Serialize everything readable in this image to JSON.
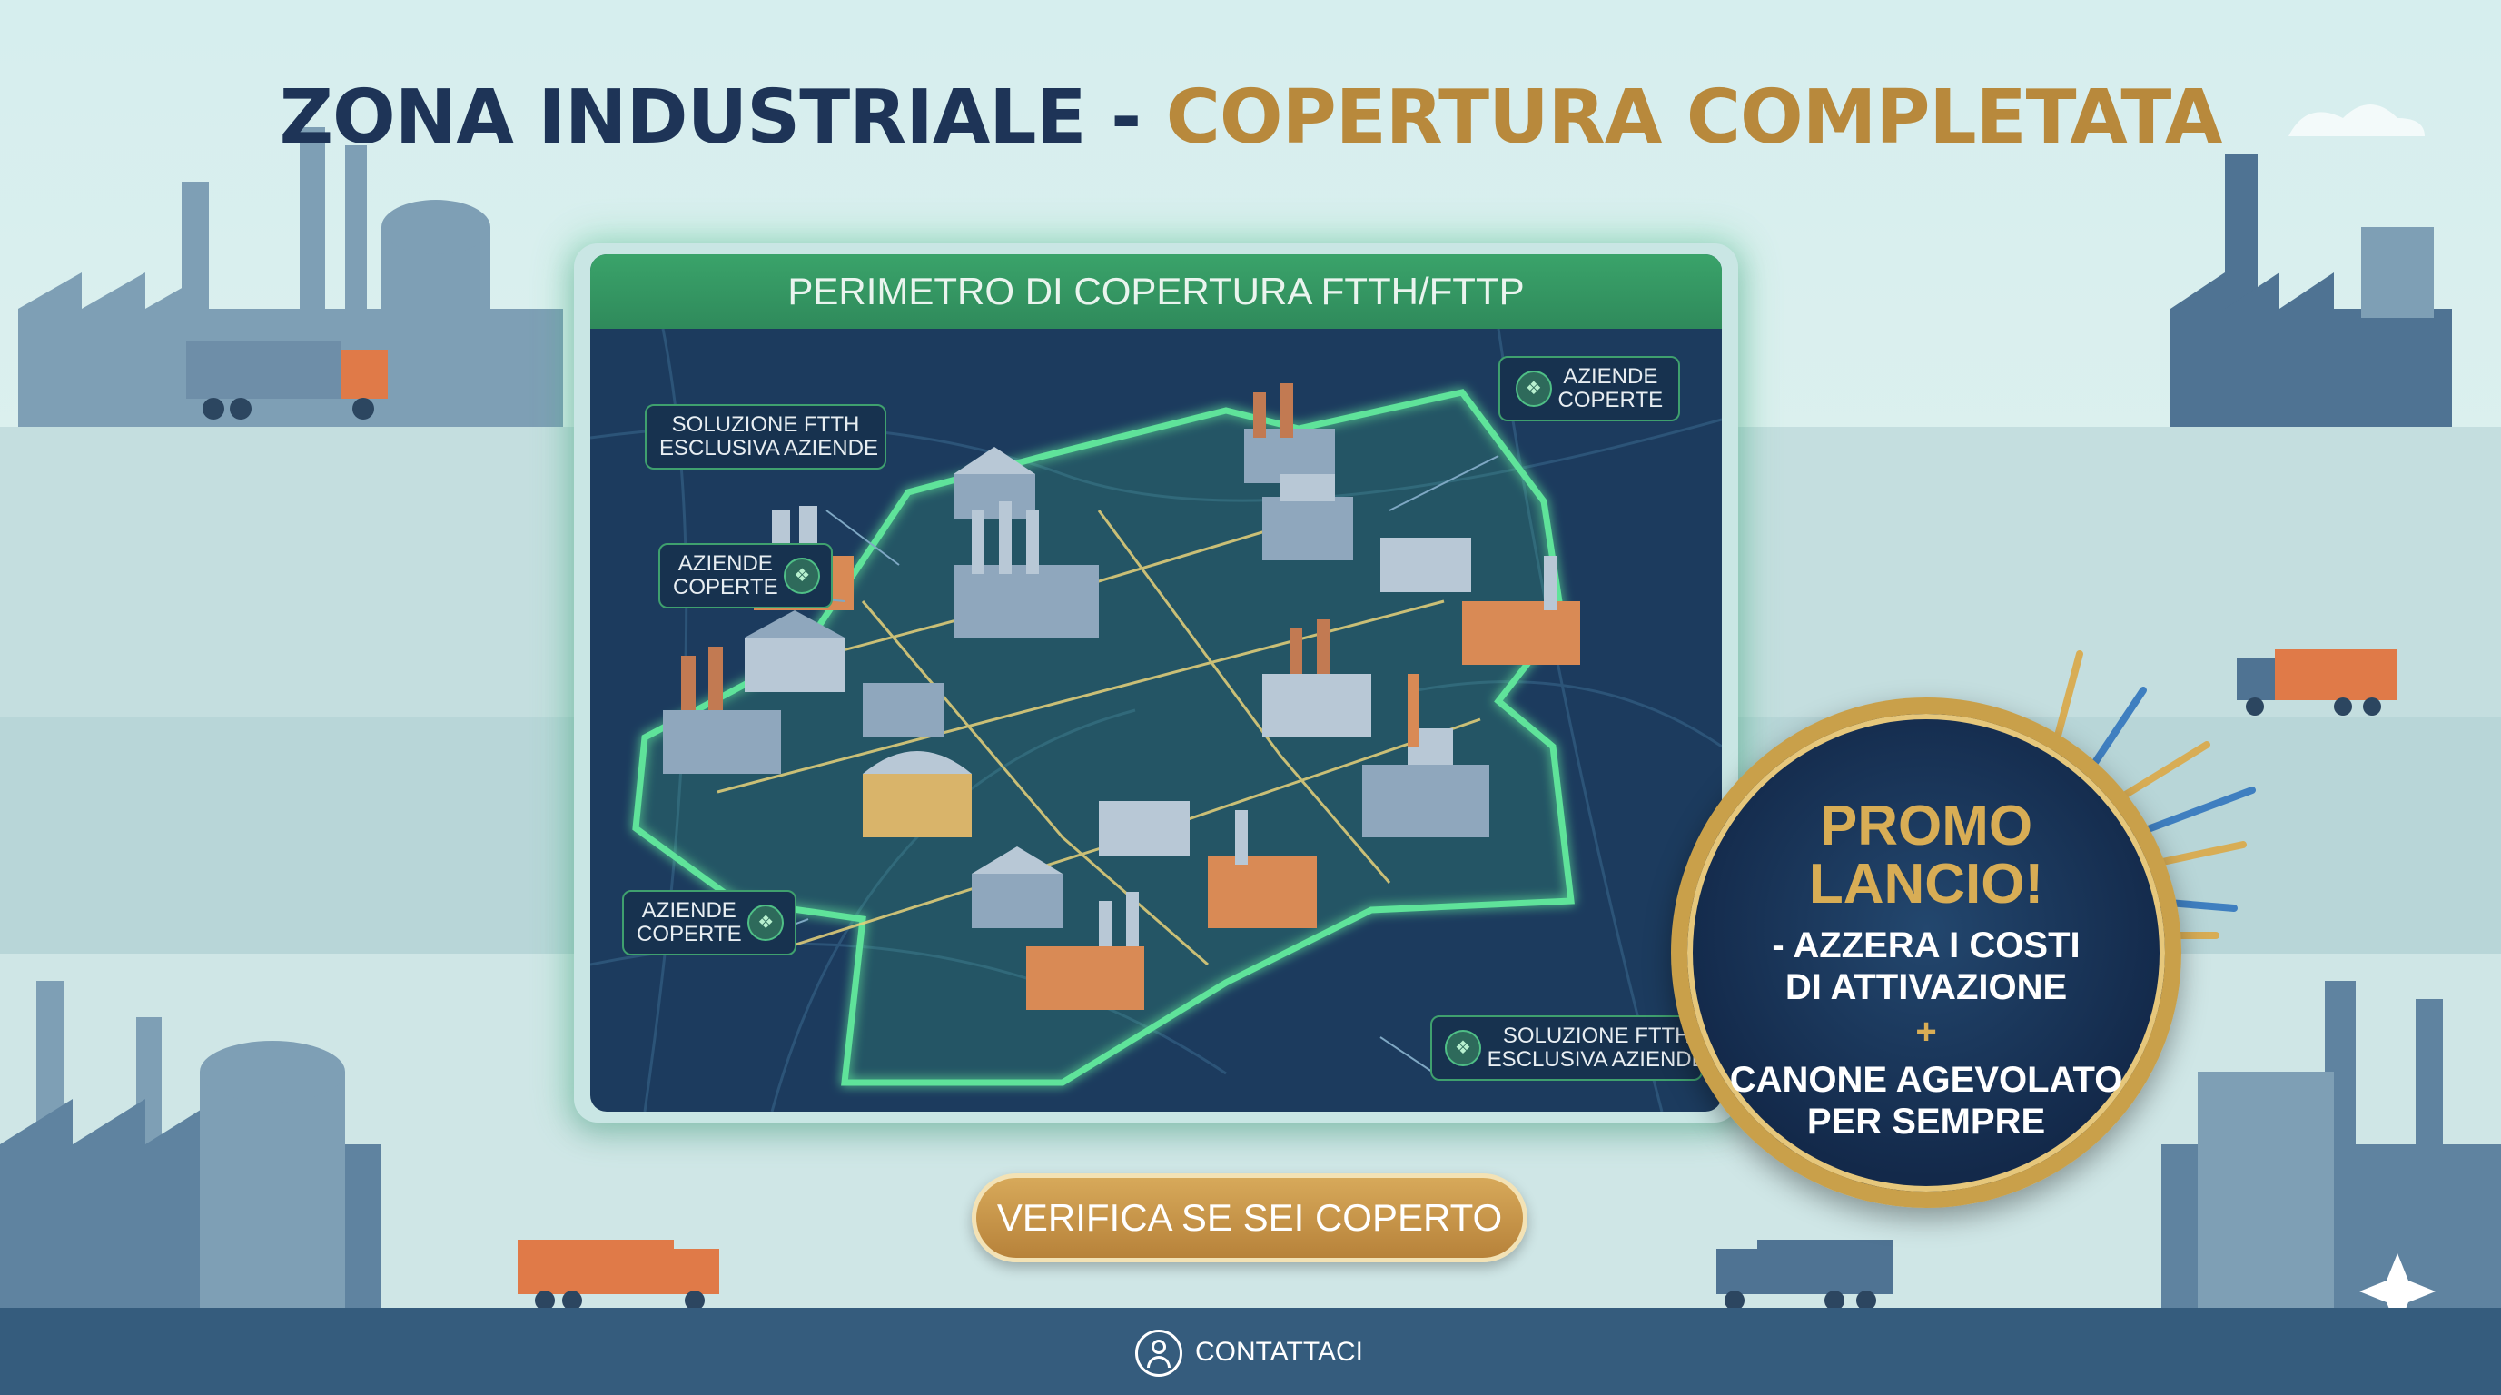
{
  "title": {
    "part1": "ZONA INDUSTRIALE",
    "separator": " - ",
    "part2": "COPERTURA COMPLETATA"
  },
  "map": {
    "header": "PERIMETRO DI COPERTURA FTTH/FTTP",
    "callouts": [
      {
        "lines": [
          "SOLUZIONE FTTH",
          "ESCLUSIVA AZIENDE"
        ],
        "icon": "fiber-plug-icon"
      },
      {
        "lines": [
          "AZIENDE",
          "COPERTE"
        ],
        "icon": "fiber-plug-icon"
      },
      {
        "lines": [
          "AZIENDE",
          "COPERTE"
        ],
        "icon": "fiber-plug-icon"
      },
      {
        "lines": [
          "AZIENDE",
          "COPERTE"
        ],
        "icon": "fiber-plug-icon"
      },
      {
        "lines": [
          "SOLUZIONE FTTH",
          "ESCLUSIVA AZIENDE"
        ],
        "icon": "fiber-plug-icon"
      }
    ]
  },
  "promo": {
    "title": [
      "PROMO",
      "LANCIO!"
    ],
    "line1": [
      "- AZZERA I COSTI",
      "DI ATTIVAZIONE"
    ],
    "plus": "+",
    "line2": [
      "CANONE AGEVOLATO",
      "PER SEMPRE"
    ]
  },
  "cta": {
    "label": "VERIFICA SE SEI COPERTO"
  },
  "footer": {
    "contact_label": "CONTATTACI",
    "contact_icon": "user-chat-icon"
  },
  "colors": {
    "navy": "#1e3457",
    "gold": "#b8893c",
    "green": "#3aa36a",
    "map_bg": "#1c3b5e",
    "glow": "#5fe39a",
    "truck": "#e07a48",
    "footer": "#355c7d"
  }
}
